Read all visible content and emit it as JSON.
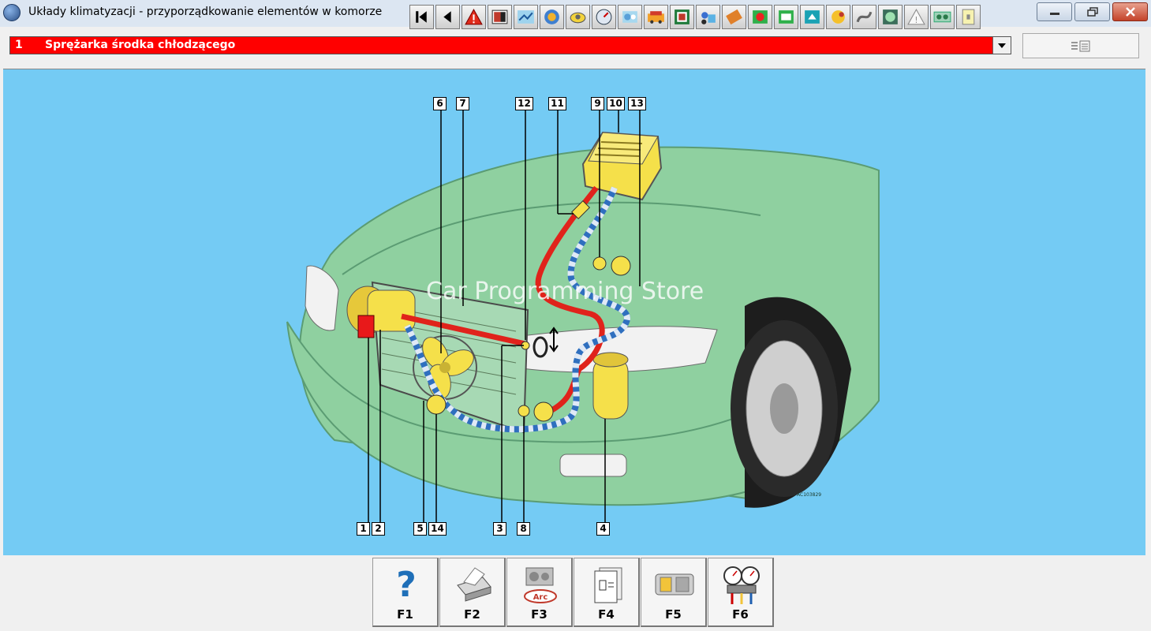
{
  "window": {
    "title": "Układy klimatyzacji - przyporządkowanie elementów w komorze"
  },
  "selector": {
    "number": "1",
    "label": "Sprężarka środka chłodzącego"
  },
  "toolbar_icons": [
    "first-icon",
    "previous-icon",
    "warning-icon",
    "component-icon",
    "diagram-icon",
    "settings-icon",
    "sensor-icon",
    "gauge-icon",
    "service-icon",
    "vehicle-icon",
    "engine-icon",
    "parts-icon",
    "tools-icon",
    "repair-icon",
    "module-icon",
    "recycle-icon",
    "connector-icon",
    "hose-icon",
    "check-icon",
    "hazard-icon",
    "relay-icon",
    "exit-icon"
  ],
  "callouts": {
    "c1": "1",
    "c2": "2",
    "c3": "3",
    "c4": "4",
    "c5": "5",
    "c6": "6",
    "c7": "7",
    "c8": "8",
    "c9": "9",
    "c10": "10",
    "c11": "11",
    "c12": "12",
    "c13": "13",
    "c14": "14"
  },
  "image_code": "AC103829",
  "watermark": "Car Programming Store",
  "fkeys": [
    {
      "label": "F1",
      "icon": "help-icon"
    },
    {
      "label": "F2",
      "icon": "print-icon"
    },
    {
      "label": "F3",
      "icon": "arc-icon",
      "badge": "Arc"
    },
    {
      "label": "F4",
      "icon": "document-icon"
    },
    {
      "label": "F5",
      "icon": "component-catalog-icon"
    },
    {
      "label": "F6",
      "icon": "manifold-gauge-icon"
    }
  ],
  "colors": {
    "selector_bg": "#ff0000",
    "diagram_bg": "#74cbf4",
    "car_body": "#8fd0a0",
    "high_pressure_line": "#e0231b",
    "low_pressure_line": "#2f6fbf",
    "components": "#f5e04a"
  }
}
